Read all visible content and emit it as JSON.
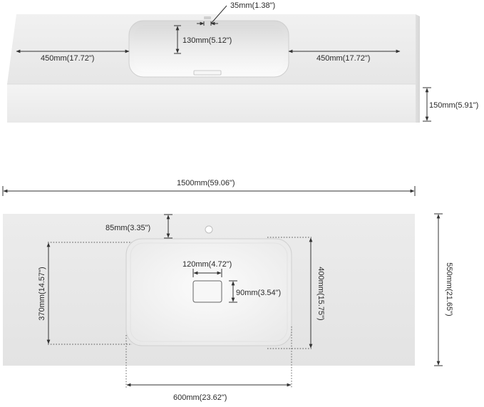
{
  "diagram": {
    "front_view": {
      "tap_width": "35mm(1.38\")",
      "basin_depth": "130mm(5.12\")",
      "left_margin": "450mm(17.72\")",
      "right_margin": "450mm(17.72\")",
      "slab_thickness": "150mm(5.91\")"
    },
    "top_view": {
      "total_length": "1500mm(59.06\")",
      "tap_offset": "85mm(3.35\")",
      "drain_width": "120mm(4.72\")",
      "drain_height": "90mm(3.54\")",
      "basin_inner_height": "370mm(14.57\")",
      "basin_outer_height": "400mm(15.75\")",
      "total_depth": "550mm(21.65\")",
      "basin_width": "600mm(23.62\")"
    }
  }
}
